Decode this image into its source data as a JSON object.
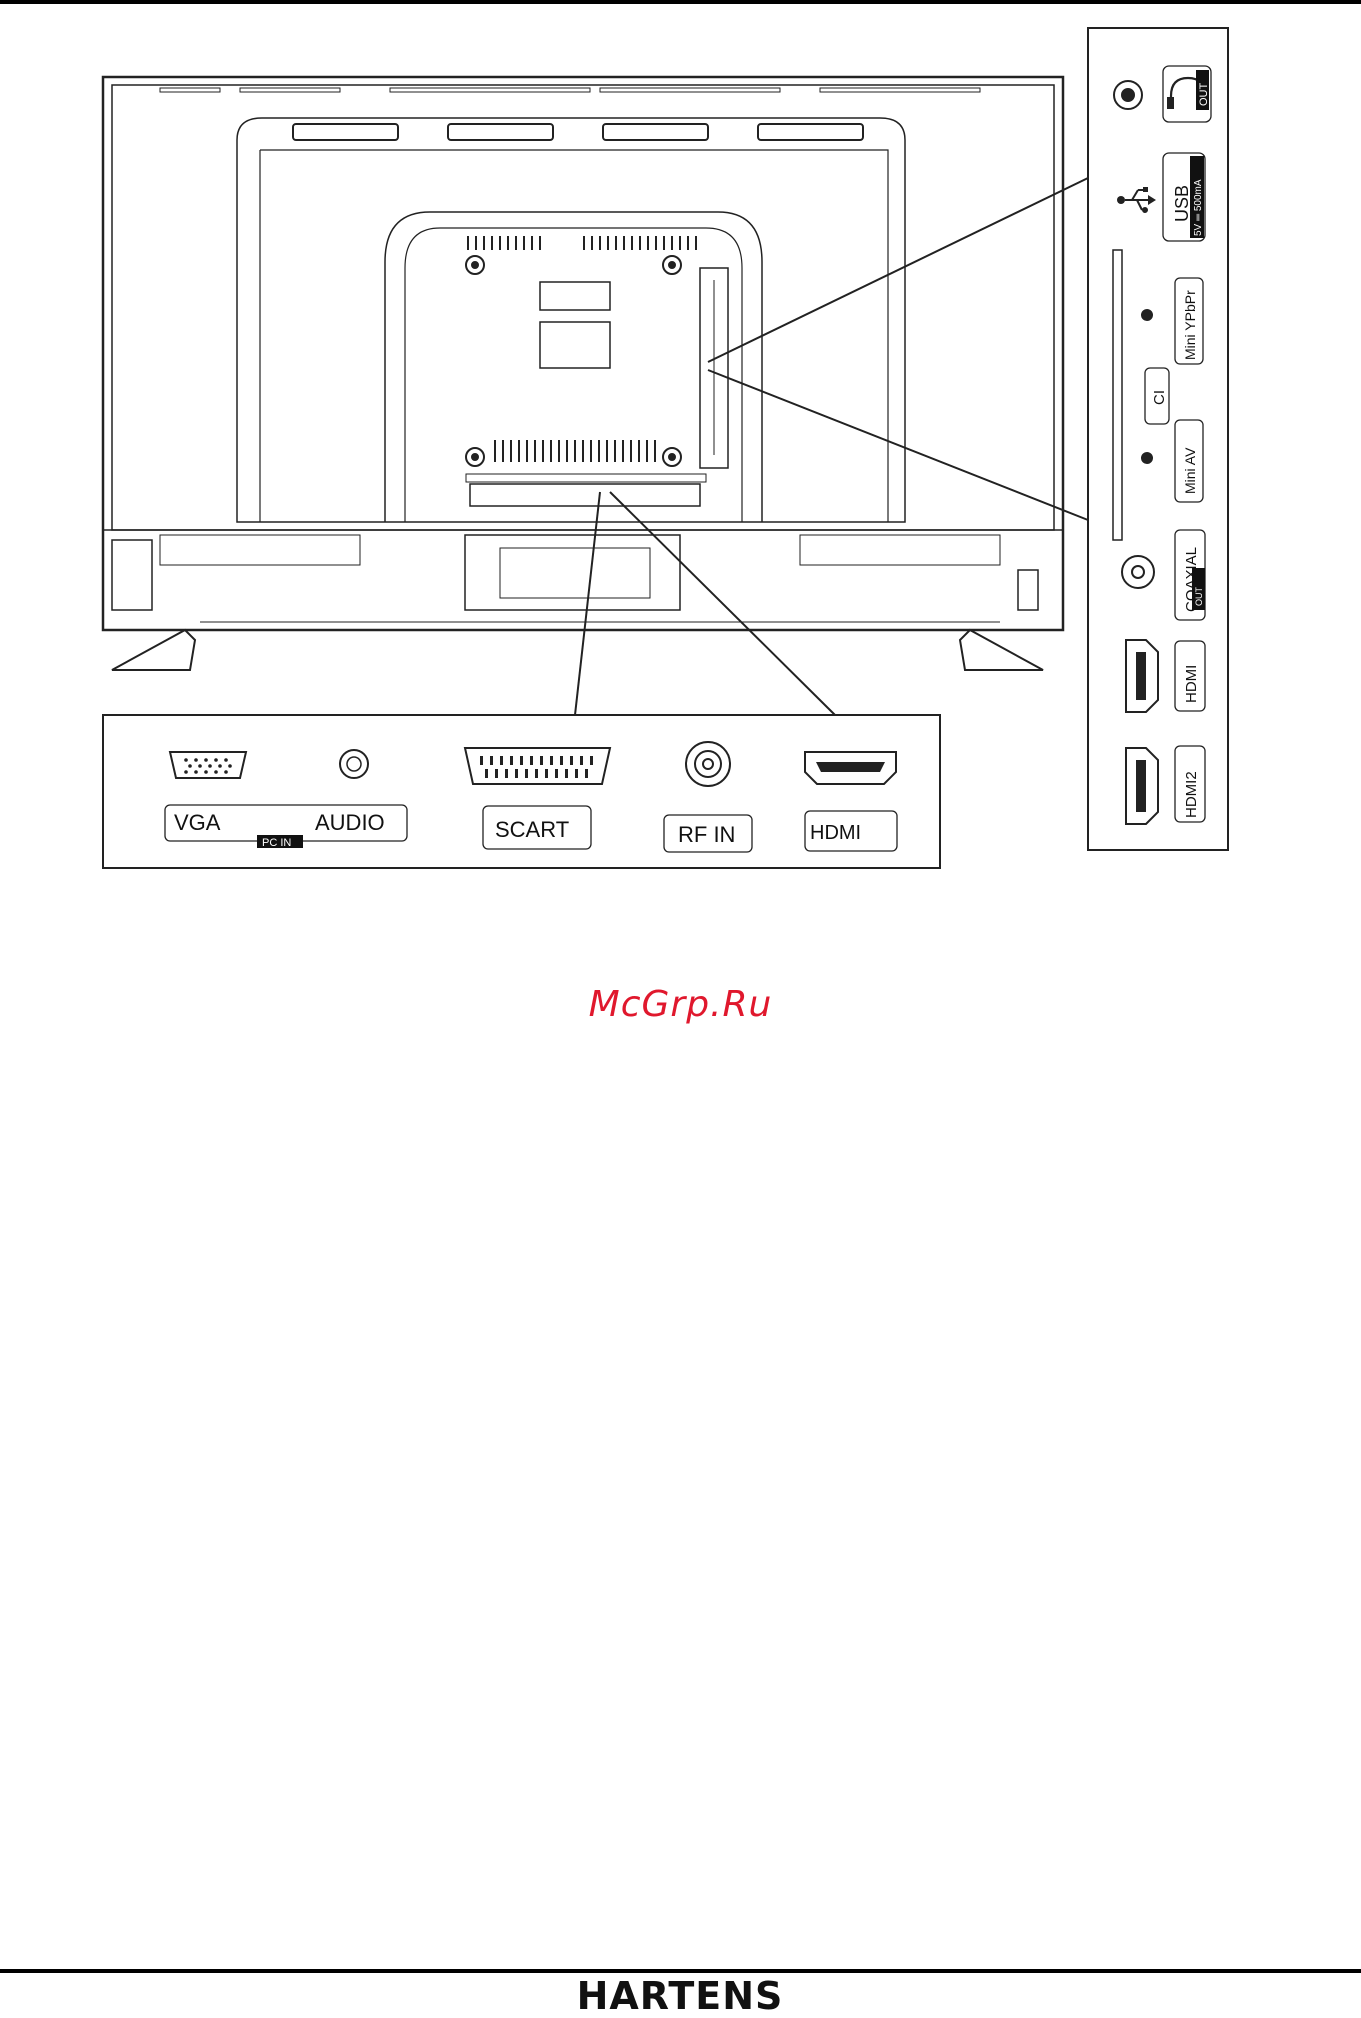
{
  "colors": {
    "rule": "#000000",
    "line_art": "#222222",
    "watermark": "#e0182d",
    "brand": "#111111"
  },
  "diagram": {
    "bottom_panel": {
      "vga_label": "VGA",
      "audio_label": "AUDIO",
      "pc_in_badge": "PC IN",
      "scart_label": "SCART",
      "rf_in_label": "RF IN",
      "hdmi_label": "HDMI"
    },
    "side_panel": {
      "headphone_out_badge": "OUT",
      "usb_label": "USB",
      "usb_power": "5V ═ 500mA",
      "mini_ypbpr_label": "Mini YPbPr",
      "ci_label": "CI",
      "mini_av_label": "Mini AV",
      "coaxial_label": "COAXIAL",
      "coaxial_out_badge": "OUT",
      "hdmi1_label": "HDMI",
      "hdmi2_label": "HDMI2"
    }
  },
  "watermark": "McGrp.Ru",
  "brand": "HARTENS"
}
